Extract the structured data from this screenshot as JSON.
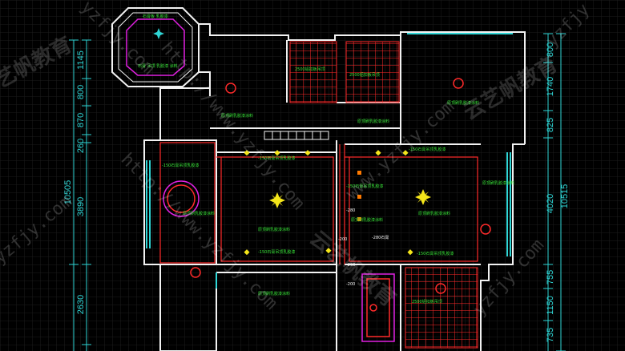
{
  "colors": {
    "background": "#000000",
    "wall": "#f2f2f2",
    "dimension": "#2fd6d6",
    "ceiling_red": "#ff2a2a",
    "annotation": "#39e639",
    "magenta": "#e020e0",
    "yellow": "#f5e61a",
    "grid": "#1e1e1e"
  },
  "dimensions_left": {
    "d1": "1145",
    "d2": "800",
    "d3": "870",
    "d4": "260",
    "d5": "3890",
    "d6": "2630",
    "total": "10505"
  },
  "dimensions_right": {
    "d1": "800",
    "d2": "1740",
    "d3": "825",
    "d4": "4020",
    "d5": "755",
    "d6": "1150",
    "d7": "735",
    "total": "10515"
  },
  "annotations": {
    "top_left_room": "石膏板 乳胶漆",
    "bay_window": "石膏 吊顶 乳胶漆 涂料",
    "bath_1": "2500铝扣板吊顶",
    "bath_2": "2500铝扣板吊顶",
    "top_right_room": "原顶刷乳胶漆涂料",
    "corridor_left": "原顶刷乳胶漆涂料",
    "corridor_right": "原顶刷乳胶漆涂料",
    "level_1": "-150石膏吊顶乳胶漆",
    "level_2": "-150石膏吊顶乳胶漆",
    "level_3": "-150石膏吊顶乳胶漆",
    "level_4": "-150石膏吊顶乳胶漆",
    "level_5": "-150石膏吊顶乳胶漆",
    "level_6": "-150石膏吊顶乳胶漆",
    "round_room": "原顶刷乳胶漆涂料",
    "living": "原顶刷乳胶漆涂料",
    "dining": "原顶刷乳胶漆涂料",
    "right_bedroom": "原顶刷乳胶漆涂料",
    "center_mid": "原顶刷乳胶漆涂料",
    "bottom_left_room": "原顶刷乳胶漆涂料",
    "bottom_kitchen": "2500铝扣板吊顶",
    "step_1": "-200",
    "step_2": "-200",
    "step_3": "-200",
    "label_a": "-280石膏",
    "label_b": "-280"
  },
  "watermarks": {
    "cn_1": "艺帆教育",
    "cn_2": "云艺帆教育",
    "cn_3": "云艺帆教育",
    "url_1": "www.yzfjy.com",
    "url_2": "http://www.yzfjy.com",
    "url_3": "http://www.yzfjy.com",
    "url_4": "yzfjy.com",
    "url_5": "yzfjy.com",
    "url_6": "yzfjy",
    "url_7": "yzfjy.com"
  }
}
